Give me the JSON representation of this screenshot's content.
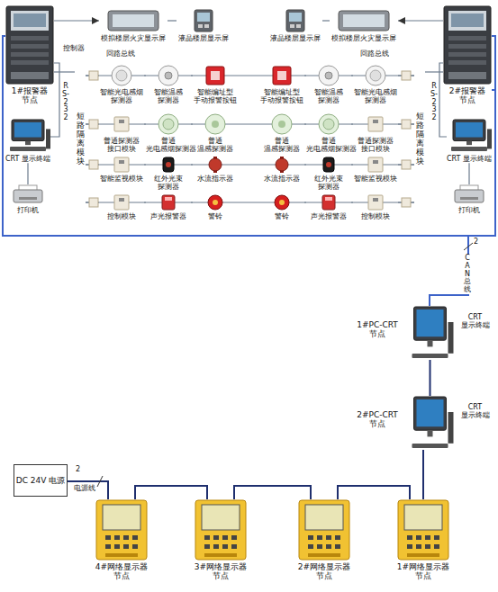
{
  "diagram": {
    "nodes": [
      {
        "text": [
          "1#报警器 节点"
        ]
      },
      {
        "text": [
          "模拟楼层火灾显示屏"
        ]
      },
      {
        "text": [
          "液晶楼层显示屏"
        ]
      },
      {
        "text": [
          "液晶楼层显示屏"
        ]
      },
      {
        "text": [
          "模拟楼层火灾显示屏"
        ]
      },
      {
        "text": [
          "2#报警器 节点"
        ]
      },
      {
        "text": [
          "智能光电感烟 探测器"
        ]
      },
      {
        "text": [
          "智能温感 探测器"
        ]
      },
      {
        "text": [
          "智能编址型 手动报警按钮"
        ]
      },
      {
        "text": [
          "智能编址型 手动报警按钮"
        ]
      },
      {
        "text": [
          "智能温感 探测器"
        ]
      },
      {
        "text": [
          "智能光电感烟 探测器"
        ]
      },
      {
        "text": [
          "普通探测器 接口模块"
        ]
      },
      {
        "text": [
          "普通 光电感烟探测器"
        ]
      },
      {
        "text": [
          "普通 温感探测器"
        ]
      },
      {
        "text": [
          "普通 温感探测器"
        ]
      },
      {
        "text": [
          "普通 光电感烟探测器"
        ]
      },
      {
        "text": [
          "普通探测器 接口模块"
        ]
      },
      {
        "text": [
          "智能监视模块"
        ]
      },
      {
        "text": [
          "红外光束 探测器"
        ]
      },
      {
        "text": [
          "水流指示器"
        ]
      },
      {
        "text": [
          "水流指示器"
        ]
      },
      {
        "text": [
          "红外光束 探测器"
        ]
      },
      {
        "text": [
          "智能监视模块"
        ]
      },
      {
        "text": [
          "控制模块"
        ]
      },
      {
        "text": [
          "声光报警器"
        ]
      },
      {
        "text": [
          "警铃"
        ]
      },
      {
        "text": [
          "警铃"
        ]
      },
      {
        "text": [
          "声光报警器"
        ]
      },
      {
        "text": [
          "控制模块"
        ]
      },
      {
        "text": [
          "CRT 显示终端"
        ]
      },
      {
        "text": [
          "打印机"
        ]
      },
      {
        "text": [
          "CRT 显示终端"
        ]
      },
      {
        "text": [
          "打印机"
        ]
      },
      {
        "text": [
          "短路隔离模块"
        ]
      },
      {
        "text": [
          "短路隔离模块"
        ]
      },
      {
        "text": [
          "1#PC-CRT 节点",
          "CRT 显示终端"
        ]
      },
      {
        "text": [
          "2#PC-CRT 节点",
          "CRT 显示终端"
        ]
      },
      {
        "text": [
          "DC 24V 电源"
        ]
      },
      {
        "text": [
          "4#网络显示器 节点"
        ]
      },
      {
        "text": [
          "3#网络显示器 节点"
        ]
      },
      {
        "text": [
          "2#网络显示器 节点"
        ]
      },
      {
        "text": [
          "1#网络显示器 节点"
        ]
      }
    ],
    "edges": [
      {
        "from": 0,
        "to": 1,
        "arrow": "to"
      },
      {
        "from": 1,
        "to": 2,
        "arrow": "none"
      },
      {
        "from": 5,
        "to": 4,
        "arrow": "to"
      },
      {
        "from": 4,
        "to": 3,
        "arrow": "none"
      },
      {
        "from": 0,
        "to": 30,
        "arrow": "none"
      },
      {
        "from": 30,
        "to": 31,
        "arrow": "none"
      },
      {
        "from": 5,
        "to": 32,
        "arrow": "none"
      },
      {
        "from": 32,
        "to": 33,
        "arrow": "none"
      },
      {
        "from": 0,
        "to": 34,
        "arrow": "none"
      },
      {
        "from": 5,
        "to": 35,
        "arrow": "none"
      },
      {
        "from": 34,
        "to": 6,
        "arrow": "none"
      },
      {
        "from": 34,
        "to": 12,
        "arrow": "none"
      },
      {
        "from": 34,
        "to": 18,
        "arrow": "none"
      },
      {
        "from": 34,
        "to": 24,
        "arrow": "none"
      },
      {
        "from": 6,
        "to": 7,
        "arrow": "none"
      },
      {
        "from": 7,
        "to": 8,
        "arrow": "none"
      },
      {
        "from": 12,
        "to": 13,
        "arrow": "none"
      },
      {
        "from": 13,
        "to": 14,
        "arrow": "none"
      },
      {
        "from": 18,
        "to": 19,
        "arrow": "none"
      },
      {
        "from": 19,
        "to": 20,
        "arrow": "none"
      },
      {
        "from": 24,
        "to": 25,
        "arrow": "none"
      },
      {
        "from": 25,
        "to": 26,
        "arrow": "none"
      },
      {
        "from": 35,
        "to": 11,
        "arrow": "none"
      },
      {
        "from": 35,
        "to": 17,
        "arrow": "none"
      },
      {
        "from": 35,
        "to": 23,
        "arrow": "none"
      },
      {
        "from": 35,
        "to": 29,
        "arrow": "none"
      },
      {
        "from": 11,
        "to": 10,
        "arrow": "none"
      },
      {
        "from": 10,
        "to": 9,
        "arrow": "none"
      },
      {
        "from": 17,
        "to": 16,
        "arrow": "none"
      },
      {
        "from": 16,
        "to": 15,
        "arrow": "none"
      },
      {
        "from": 23,
        "to": 22,
        "arrow": "none"
      },
      {
        "from": 22,
        "to": 21,
        "arrow": "none"
      },
      {
        "from": 29,
        "to": 28,
        "arrow": "none"
      },
      {
        "from": 28,
        "to": 27,
        "arrow": "none"
      },
      {
        "from": 0,
        "to": 5,
        "arrow": "none"
      },
      {
        "from": 5,
        "to": 36,
        "label": "CAN总线",
        "arrow": "none"
      },
      {
        "from": 36,
        "to": 37,
        "arrow": "none"
      },
      {
        "from": 37,
        "to": 42,
        "arrow": "none"
      },
      {
        "from": 42,
        "to": 41,
        "arrow": "none"
      },
      {
        "from": 41,
        "to": 40,
        "arrow": "none"
      },
      {
        "from": 40,
        "to": 39,
        "arrow": "none"
      },
      {
        "from": 38,
        "to": 39,
        "label": "电源线",
        "arrow": "none"
      }
    ],
    "labels": [
      "回路总线",
      "控制器",
      "回路总线",
      "RS-232",
      "RS-232",
      "2",
      "2"
    ]
  }
}
